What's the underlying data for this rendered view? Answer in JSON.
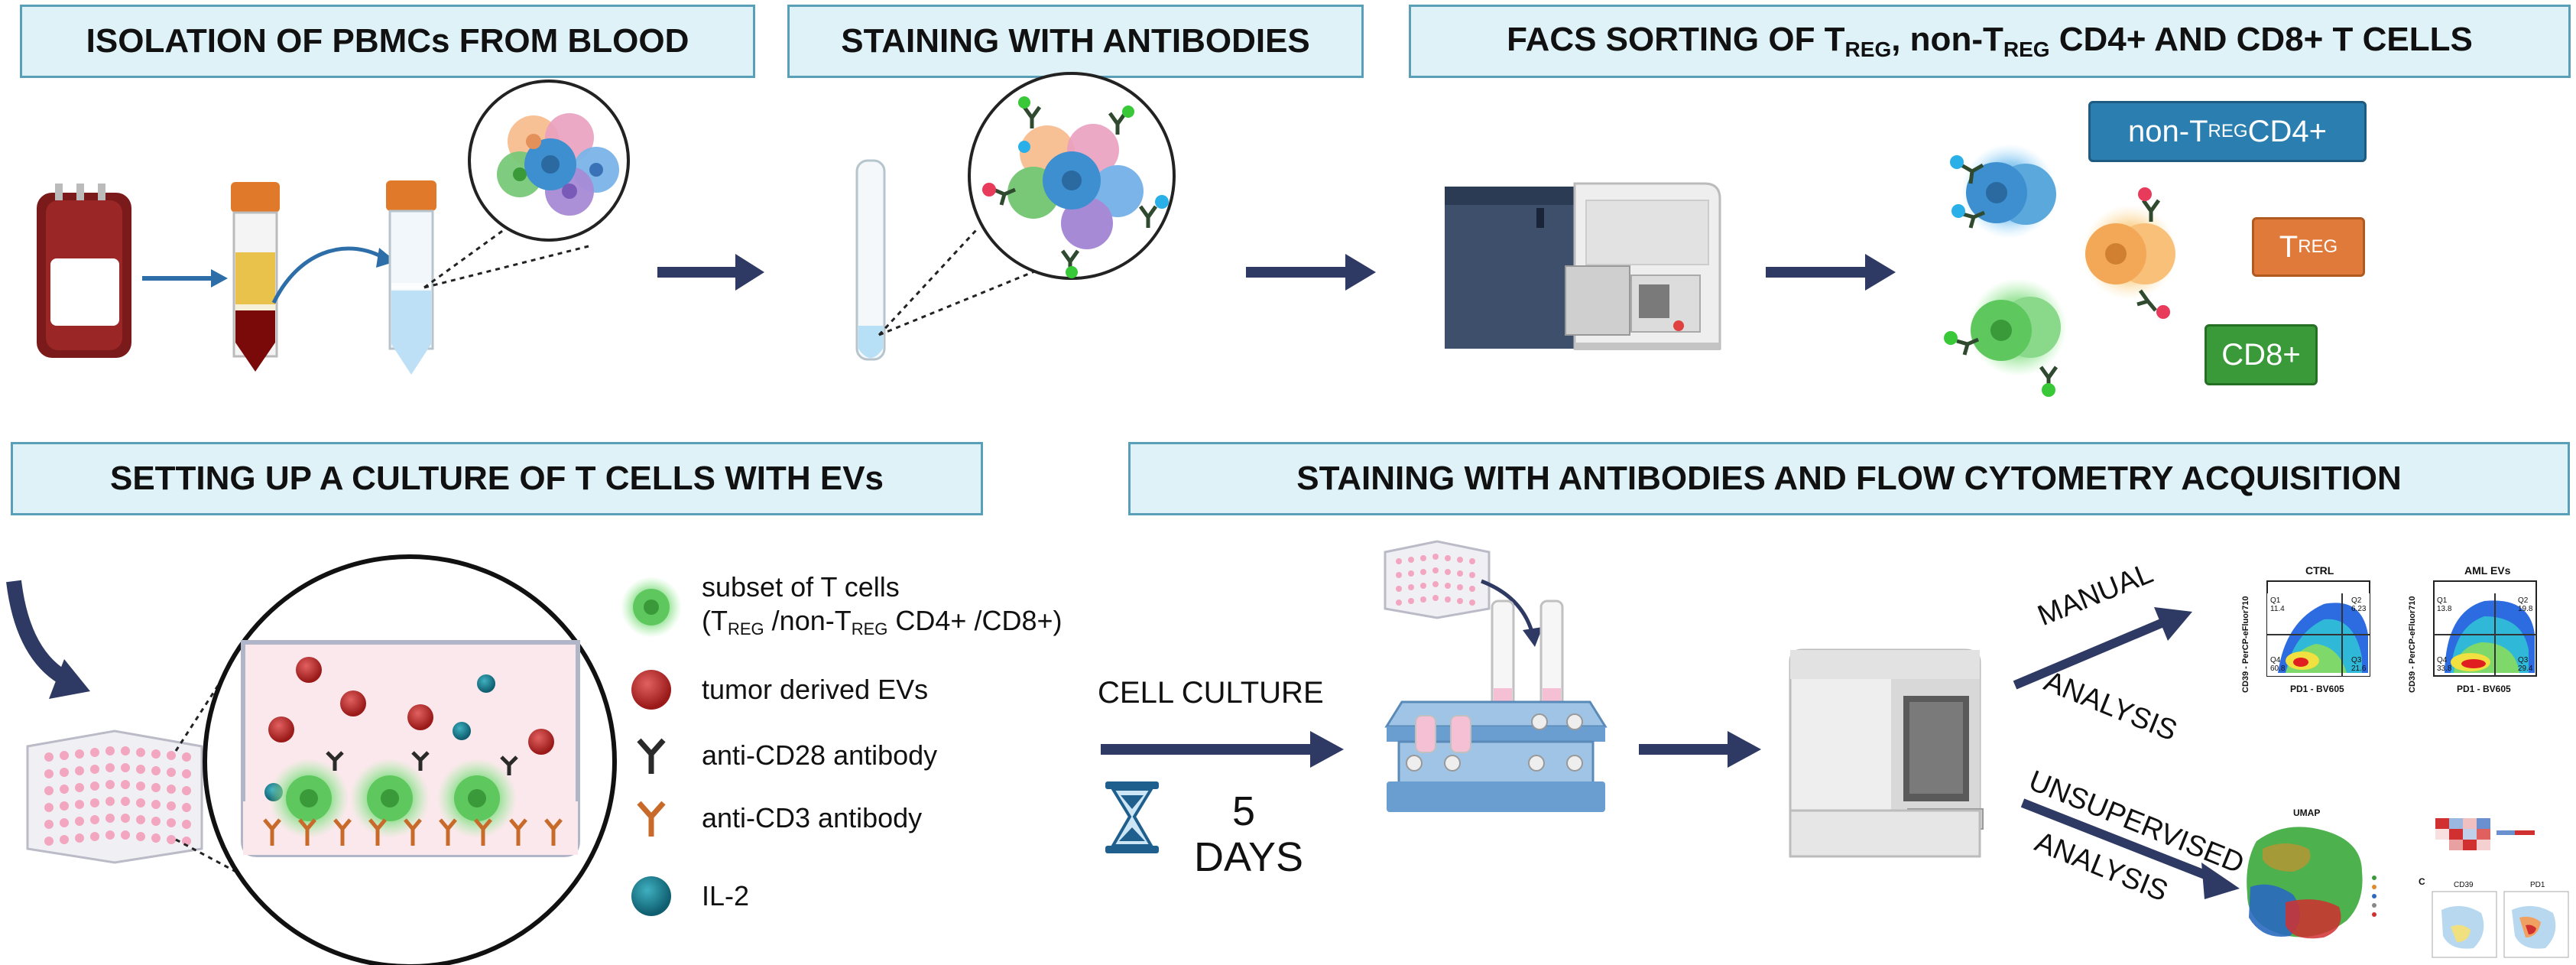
{
  "headers": {
    "isolation": "ISOLATION OF PBMCs FROM BLOOD",
    "staining": "STAINING WITH ANTIBODIES",
    "facs_pre": "FACS SORTING OF T",
    "facs_sub1": "REG",
    "facs_mid": ", non-T",
    "facs_sub2": "REG",
    "facs_post": " CD4+ AND CD8+ T CELLS",
    "culture": "SETTING UP A CULTURE OF T CELLS WITH EVs",
    "flow": "STAINING WITH ANTIBODIES AND FLOW CYTOMETRY ACQUISITION"
  },
  "sort_labels": {
    "nontreg_pre": "non-T",
    "nontreg_sub": "REG",
    "nontreg_post": " CD4+",
    "treg_pre": "T",
    "treg_sub": "REG",
    "cd8": "CD8+"
  },
  "legend": {
    "subset_line1": "subset of T cells",
    "subset_line2_a": "(T",
    "subset_line2_sub1": "REG",
    "subset_line2_b": " /non-T",
    "subset_line2_sub2": "REG",
    "subset_line2_c": " CD4+ /CD8+)",
    "evs": "tumor derived EVs",
    "cd28": "anti-CD28 antibody",
    "cd3": "anti-CD3 antibody",
    "il2": "IL-2"
  },
  "culture": {
    "label": "CELL CULTURE",
    "days_num": "5",
    "days_word": "DAYS"
  },
  "analysis": {
    "manual_1": "MANUAL",
    "manual_2": "ANALYSIS",
    "unsup_1": "UNSUPERVISED",
    "unsup_2": "ANALYSIS"
  },
  "plots": {
    "ctrl_title": "CTRL",
    "aml_title": "AML EVs",
    "ylabel": "CD39 - PerCP-eFluor710",
    "xlabel": "PD1 - BV605",
    "ctrl_q1": "Q1",
    "ctrl_q1v": "11.4",
    "ctrl_q2": "Q2",
    "ctrl_q2v": "6.23",
    "ctrl_q3": "Q3",
    "ctrl_q3v": "21.6",
    "ctrl_q4": "Q4",
    "ctrl_q4v": "60.8",
    "aml_q1": "Q1",
    "aml_q1v": "13.8",
    "aml_q2": "Q2",
    "aml_q2v": "19.8",
    "aml_q3": "Q3",
    "aml_q3v": "29.4",
    "aml_q4": "Q4",
    "aml_q4v": "33.8",
    "umap_title": "UMAP",
    "panel_c": "C",
    "cd39": "CD39",
    "pd1": "PD1"
  },
  "colors": {
    "header_bg": "#dff2f8",
    "header_border": "#5a9fb8",
    "arrow": "#2e3a63",
    "nontreg": "#2a7fb0",
    "treg": "#e07a3a",
    "cd8": "#3a9a3a"
  }
}
